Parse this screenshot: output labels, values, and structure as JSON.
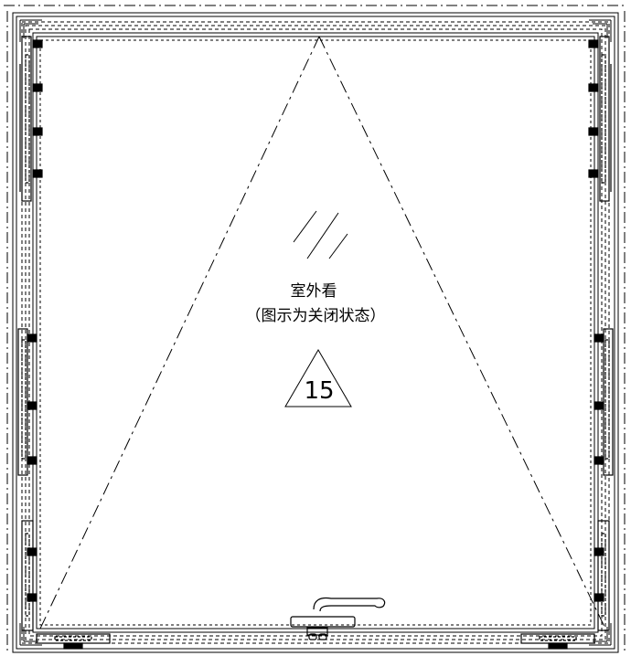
{
  "drawing": {
    "view_label": "室外看",
    "state_note": "（图示为关闭状态）",
    "window_number": "15"
  }
}
